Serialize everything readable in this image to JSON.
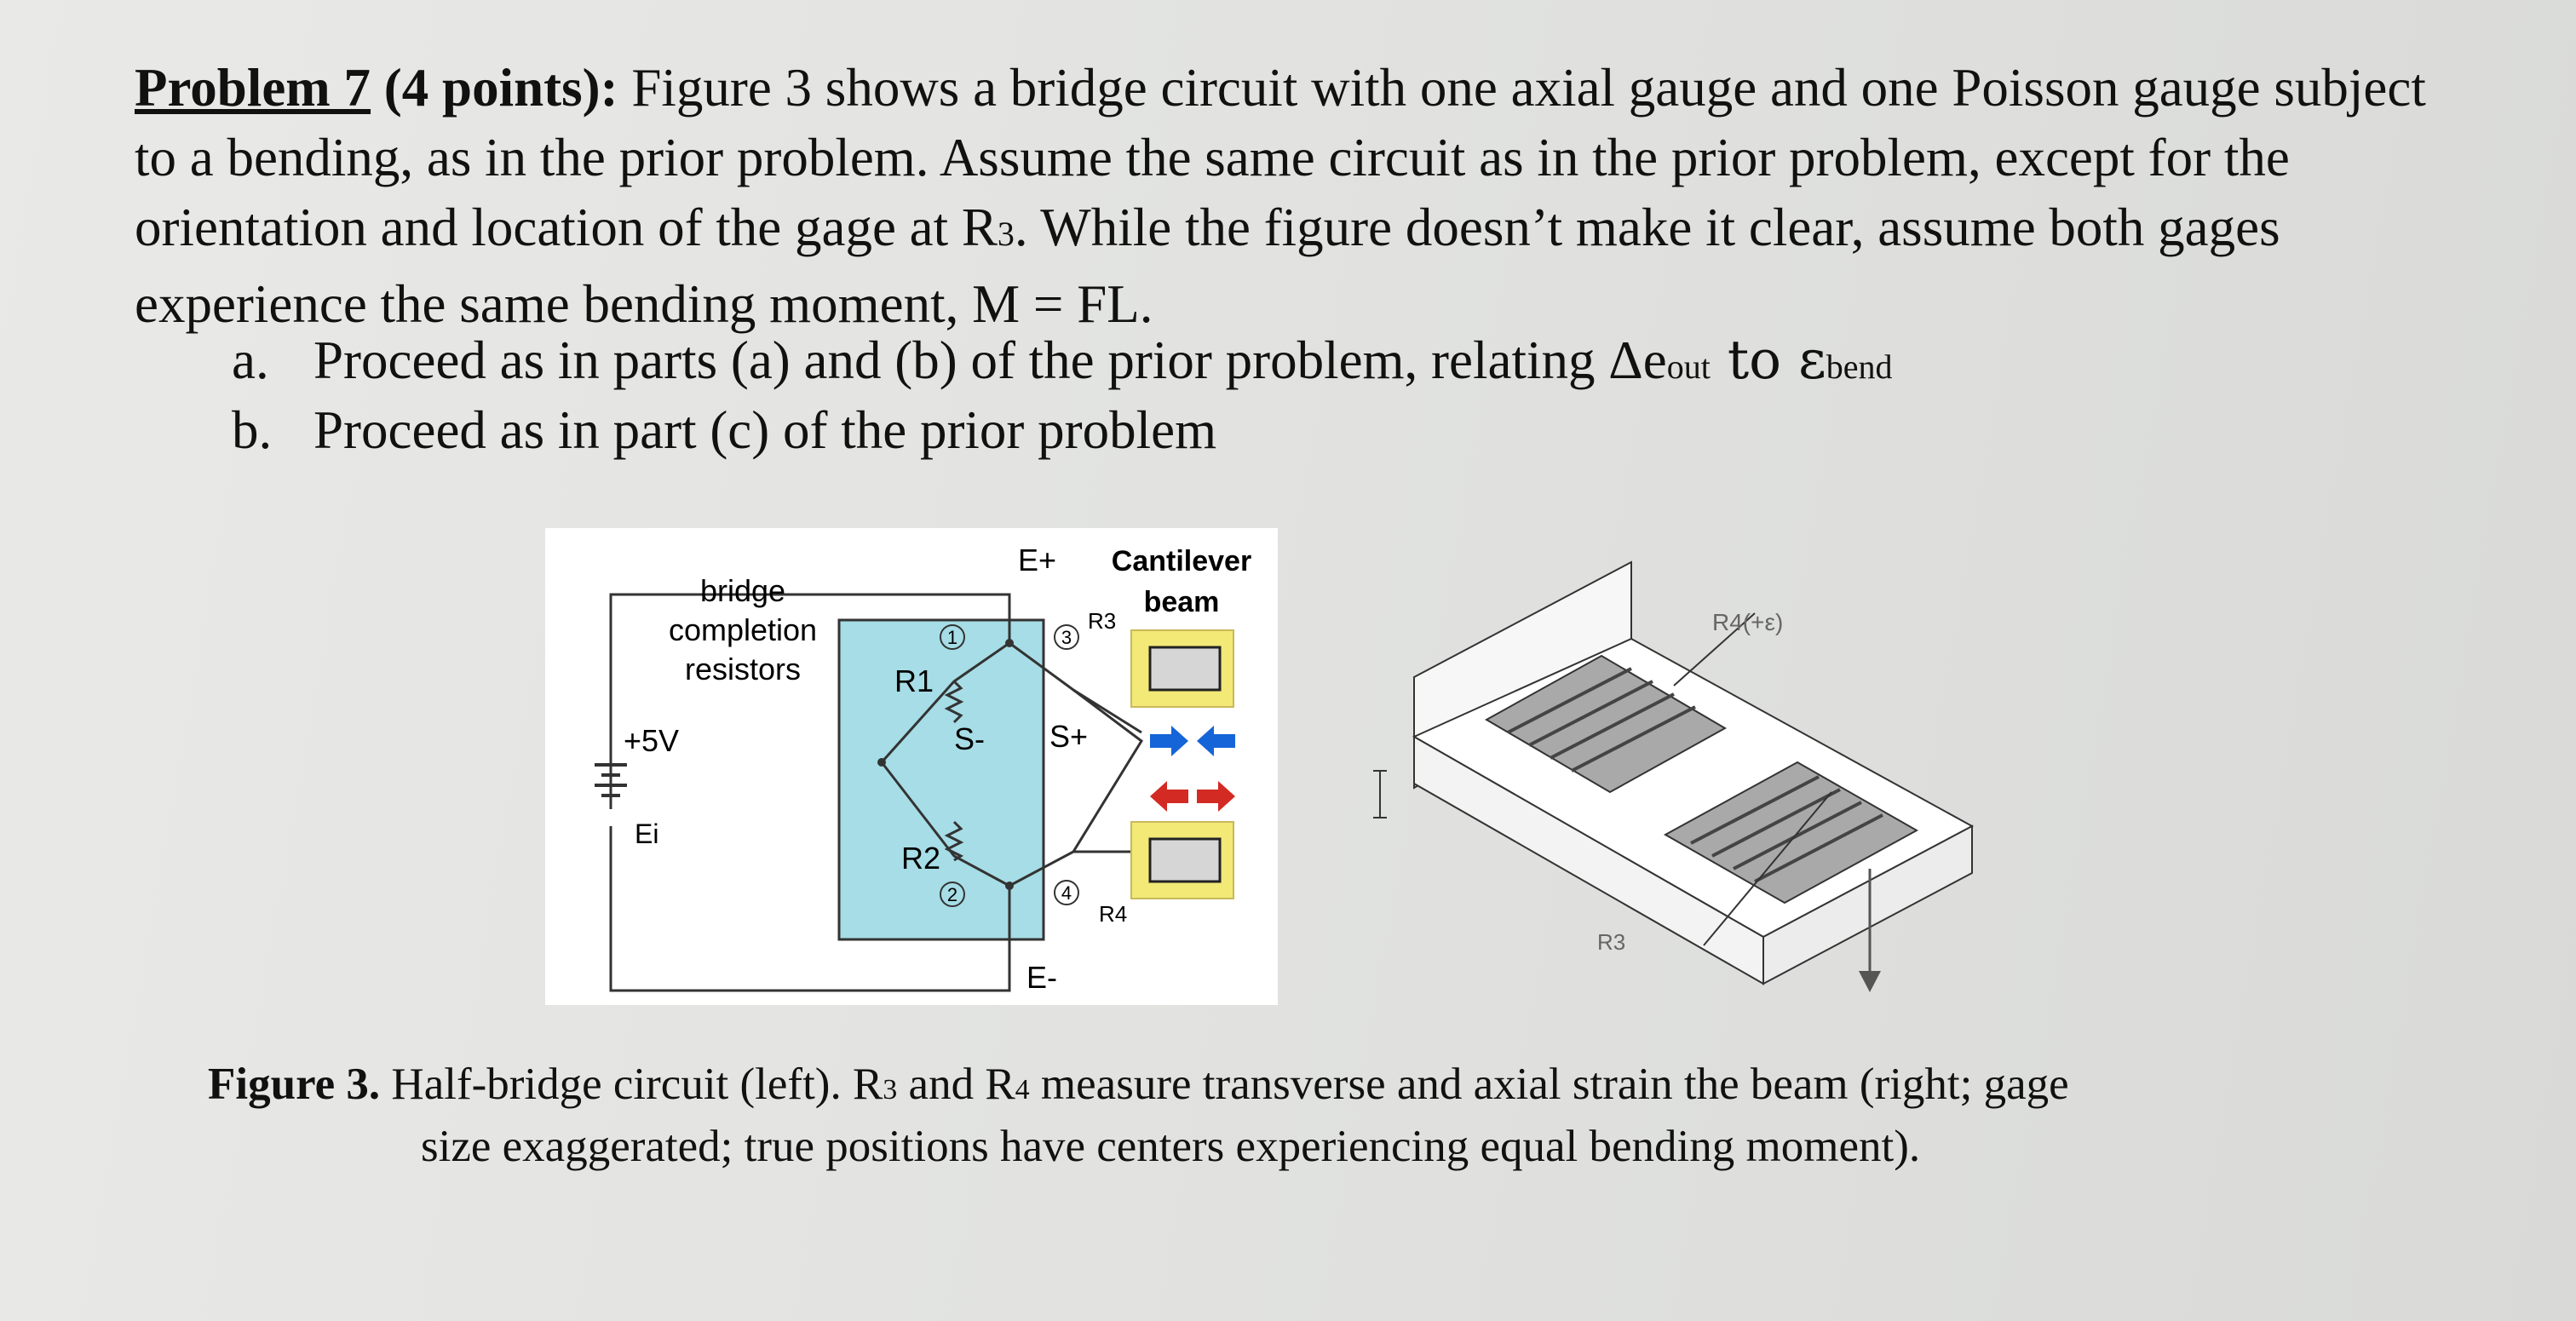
{
  "problem": {
    "label": "Problem 7",
    "points": "(4 points):",
    "text1": "Figure 3 shows a bridge circuit with one axial gauge and one Poisson gauge subject to a bending, as in the prior problem. Assume the same circuit as in the prior problem, except for the orientation and location of the gage at R",
    "r3_sub": "3",
    "text2": ". While the figure doesn’t make it clear, assume both gages experience the same bending moment, M = FL."
  },
  "items": [
    {
      "label": "a.",
      "text": "Proceed as in parts (a) and (b) of the prior problem, relating Δe",
      "sub1": "out",
      "text_mid": " to ε",
      "sub2": "bend"
    },
    {
      "label": "b.",
      "text": "Proceed as in part (c) of the prior problem"
    }
  ],
  "circuit": {
    "bridge_label_1": "bridge",
    "bridge_label_2": "completion",
    "bridge_label_3": "resistors",
    "voltage": "+5V",
    "ei": "Ei",
    "e_plus": "E+",
    "e_minus": "E-",
    "s_minus": "S-",
    "s_plus": "S+",
    "r1": "R1",
    "r2": "R2",
    "r3": "R3",
    "r4": "R4",
    "n1": "1",
    "n2": "2",
    "n3": "3",
    "n4": "4",
    "beam_label_1": "Cantilever",
    "beam_label_2": "beam"
  },
  "beam": {
    "r4_label": "R4(+ε)",
    "r3_label": "R3"
  },
  "caption": {
    "bold": "Figure 3.",
    "text1": " Half-bridge circuit (left). R",
    "sub3": "3",
    "text2": " and R",
    "sub4": "4",
    "text3": " measure transverse and axial strain the beam (right; gage",
    "line2": "size exaggerated; true positions have centers experiencing equal bending moment)."
  },
  "colors": {
    "bridge_fill": "#a6dde6",
    "gauge_fill": "#f2e977",
    "blue_arrow": "#1565d8",
    "red_arrow": "#d42a24"
  }
}
